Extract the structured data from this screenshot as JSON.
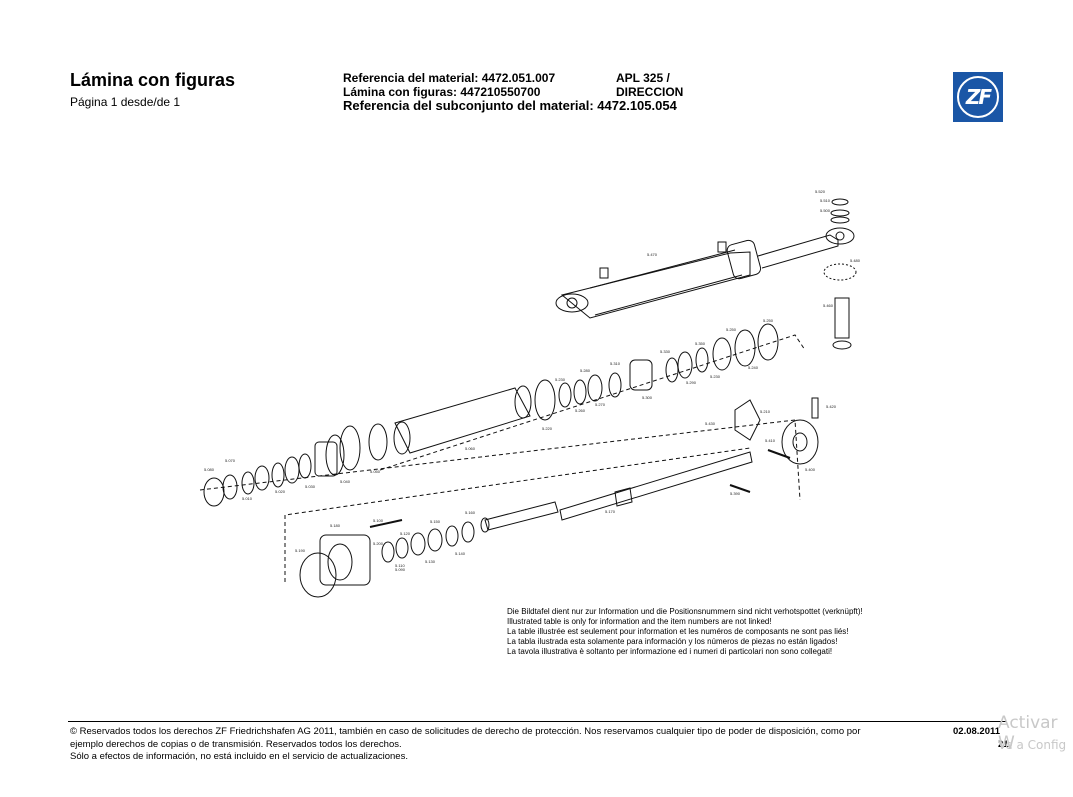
{
  "header": {
    "title": "Lámina con figuras",
    "subtitle": "Página 1 desde/de 1",
    "material_ref": "Referencia del material: 4472.051.007",
    "plate_ref": "Lámina con figuras: 447210550700",
    "subassembly_ref": "Referencia del subconjunto del material: 4472.105.054",
    "model": "APL 325 /",
    "section": "DIRECCION",
    "logo_text": "ZF"
  },
  "diagram": {
    "labels": [
      "5.520",
      "5.510",
      "5.500",
      "5.470",
      "5.480",
      "5.460",
      "5.250",
      "5.250",
      "5.240",
      "5.330",
      "5.350",
      "5.290",
      "5.230",
      "5.310",
      "5.300",
      "5.280",
      "5.270",
      "5.260",
      "5.230",
      "5.220",
      "5.210",
      "5.420",
      "5.410",
      "5.400",
      "5.390",
      "5.430",
      "5.060",
      "5.050",
      "5.040",
      "5.030",
      "5.020",
      "5.010",
      "5.080",
      "5.070",
      "5.170",
      "5.160",
      "5.150",
      "5.140",
      "5.130",
      "5.120",
      "5.110",
      "5.100",
      "5.090",
      "5.180",
      "5.190",
      "5.200"
    ]
  },
  "disclaimer": [
    "Die Bildtafel dient nur zur Information und die Positionsnummern sind nicht verhotspottet (verknüpft)!",
    "Illustrated table is only for information and the item numbers are not linked!",
    "La table illustrée est seulement pour information et les numéros de composants ne sont pas liés!",
    "La tabla ilustrada esta solamente para información y los números de piezas no están ligados!",
    "La tavola illustrativa è soltanto per informazione ed i numeri di particolari non sono collegati!"
  ],
  "footer": {
    "line1": "© Reservados todos los derechos ZF Friedrichshafen AG 2011, también en caso de solicitudes de derecho de protección. Nos reservamos cualquier tipo de poder de disposición, como por",
    "line2": "ejemplo derechos de copias o de transmisión. Reservados todos los derechos.",
    "line3": "Sólo a efectos de información, no está incluido en el servicio de actualizaciones.",
    "date": "02.08.2011",
    "page": "21"
  },
  "watermark": {
    "line1": "Activar W",
    "line2": "Ve a Config"
  },
  "colors": {
    "logo_blue": "#1a56a6"
  }
}
